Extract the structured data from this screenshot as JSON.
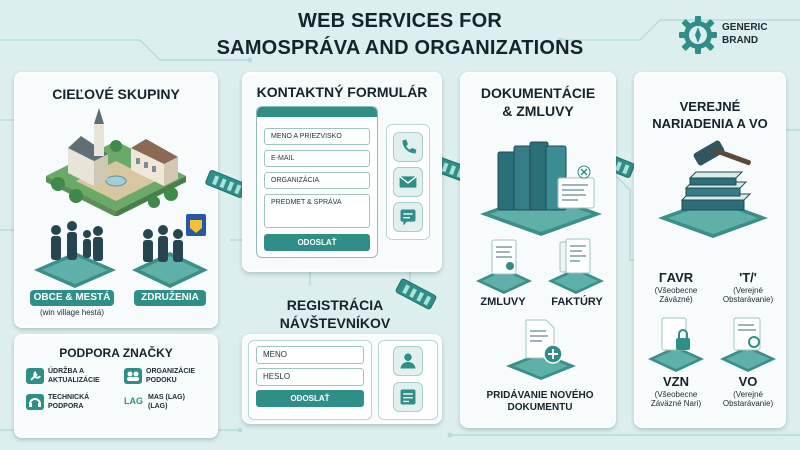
{
  "title": {
    "line1": "WEB SERVICES FOR",
    "line2": "SAMOSPRÁVA AND ORGANIZATIONS"
  },
  "brand": {
    "line1": "GENERIC",
    "line2": "BRAND",
    "icon": "gear-compass-icon"
  },
  "colors": {
    "teal": "#2f8f88",
    "background": "#dcefee",
    "panel": "#f7fbfb"
  },
  "target_groups": {
    "title": "CIEĽOVÉ SKUPINY",
    "municipalities_pill": "OBCE & MESTÁ",
    "municipalities_caption": "(win village hestá)",
    "associations_pill": "ZDRUŽENIA"
  },
  "brand_support": {
    "title": "PODPORA ZNAČKY",
    "items": [
      {
        "label1": "ÚDRŽBA A",
        "label2": "AKTUALIZÁCIE",
        "icon": "wrench-icon"
      },
      {
        "label1": "ORGANIZÁCIE",
        "label2": "PODOKU",
        "icon": "people-icon"
      },
      {
        "label1": "TECHNICKÁ",
        "label2": "PODPORA",
        "icon": "support-icon"
      },
      {
        "label1": "MAS (LAG)",
        "label2": "(LAG)",
        "icon": "lag-icon",
        "icon_text": "LAG"
      }
    ]
  },
  "contact_form": {
    "title": "KONTAKTNÝ FORMULÁR",
    "fields": [
      "MENO A PRIEZVISKO",
      "E-MAIL",
      "ORGANIZÁCIA",
      "PREDMET & SPRÁVA"
    ],
    "submit": "ODOSLAŤ",
    "side_icons": [
      "phone-icon",
      "envelope-icon",
      "chat-icon"
    ]
  },
  "registration": {
    "title_line1": "REGISTRÁCIA",
    "title_line2": "NÁVŠTEVNÍKOV",
    "fields": [
      "MENO",
      "HESLO"
    ],
    "submit": "ODOSLAŤ",
    "side_icons": [
      "user-icon",
      "form-icon"
    ]
  },
  "documents": {
    "title_line1": "DOKUMENTÁCIE",
    "title_line2": "& ZMLUVY",
    "contracts": "ZMLUVY",
    "invoices": "FAKTÚRY",
    "add_line1": "PRIDÁVANIE NOVÉHO",
    "add_line2": "DOKUMENTU"
  },
  "regulations": {
    "title_line1": "VEREJNÉ",
    "title_line2": "NARIADENIA A VO",
    "items": [
      {
        "code": "ΓAVR",
        "sub1": "(Všeobecne",
        "sub2": "Záväzné)"
      },
      {
        "code": "'T/'",
        "sub1": "(Verejné",
        "sub2": "Obstarávanie)"
      },
      {
        "code": "VZN",
        "sub1": "(Všeobecne",
        "sub2": "Záväzné Nari)"
      },
      {
        "code": "VO",
        "sub1": "(Verejné",
        "sub2": "Obstarávanie)"
      }
    ]
  }
}
